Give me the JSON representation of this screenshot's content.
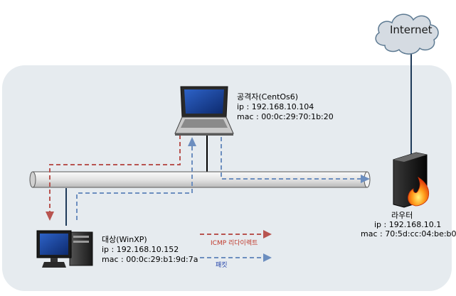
{
  "internet": {
    "label": "Internet"
  },
  "attacker": {
    "name": "공격자(CentOs6)",
    "ip": "ip : 192.168.10.104",
    "mac": "mac : 00:0c:29:70:1b:20"
  },
  "target": {
    "name": "대상(WinXP)",
    "ip": "ip : 192.168.10.152",
    "mac": "mac : 00:0c:29:b1:9d:7a"
  },
  "router": {
    "name": "라우터",
    "ip": "ip : 192.168.10.1",
    "mac": "mac : 70:5d:cc:04:be:b0"
  },
  "legend": {
    "icmp": {
      "label": "ICMP 리다이렉트",
      "color": "#b85450"
    },
    "packet": {
      "label": "패킷",
      "color": "#6c8ebf"
    }
  },
  "colors": {
    "network_area": "#e6ebef",
    "cloud_fill": "#d5dbe2",
    "bus": "#e9e9e9"
  }
}
